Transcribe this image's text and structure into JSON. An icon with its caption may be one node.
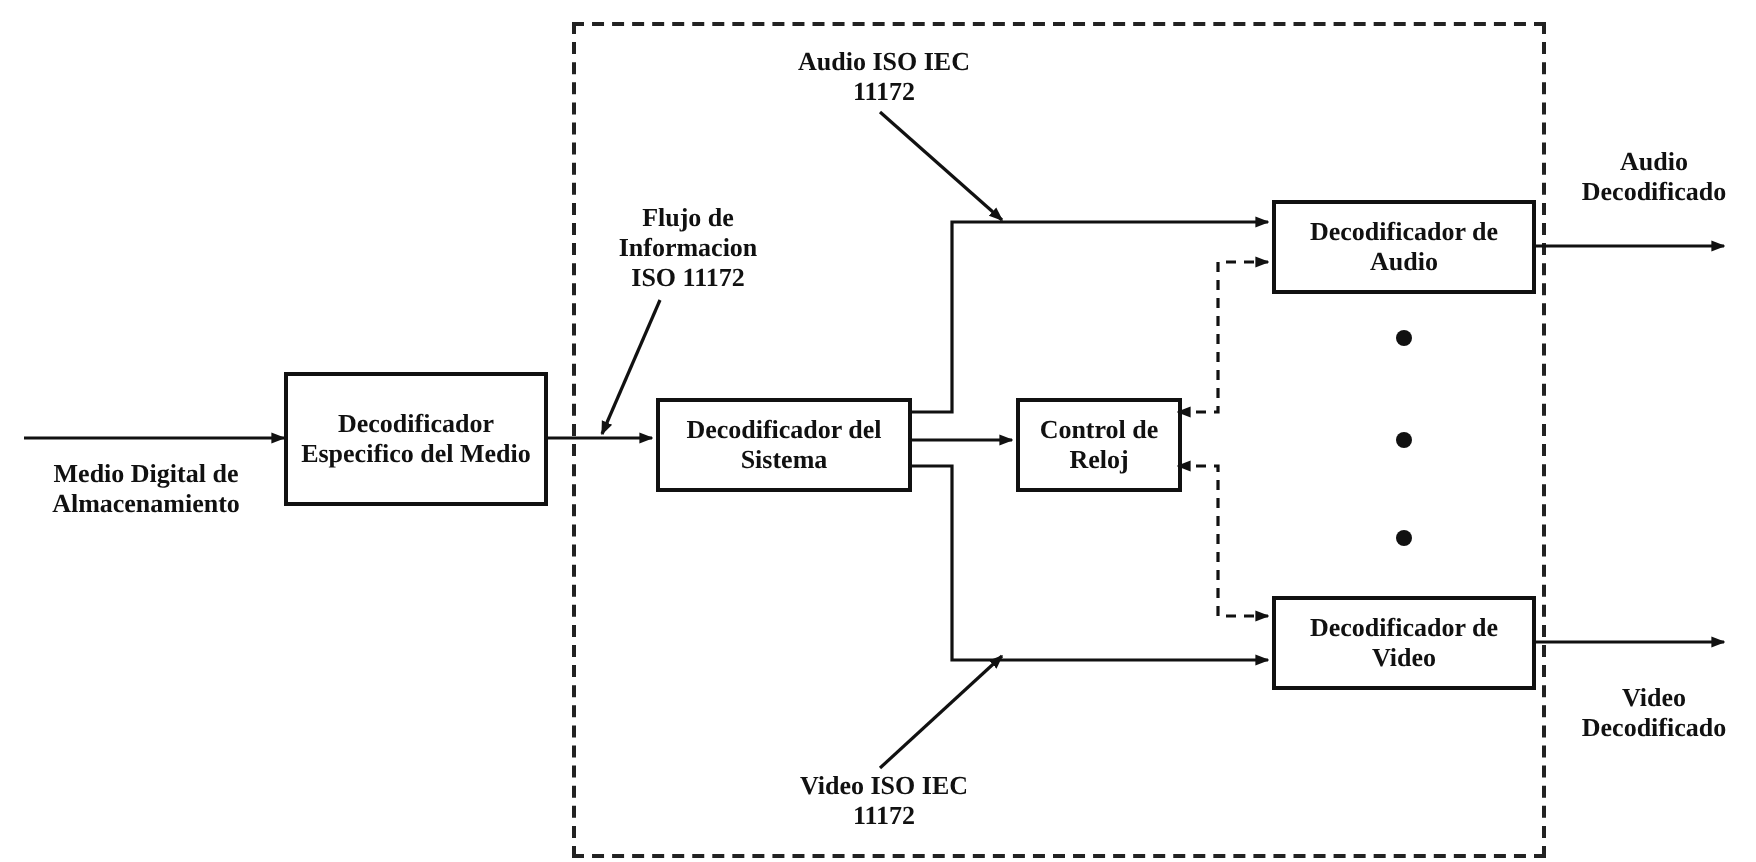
{
  "diagram": {
    "nodes": [
      {
        "text": [
          "Decodificador Especifico del Medio"
        ]
      },
      {
        "text": [],
        "shape": "box"
      },
      {
        "text": [
          "Flujo de Informacion ISO 11172"
        ],
        "in": 1
      },
      {
        "text": [
          "Audio ISO IEC 11172"
        ],
        "in": 1
      },
      {
        "text": [
          "Decodificador del Sistema"
        ],
        "in": 1
      },
      {
        "text": [
          "Control de Reloj"
        ],
        "in": 1
      },
      {
        "text": [
          "Decodificador de Audio"
        ],
        "in": 1
      },
      {
        "text": [
          "Decodificador de Video"
        ],
        "in": 1
      },
      {
        "text": [
          "Video ISO IEC 11172"
        ],
        "in": 1
      }
    ],
    "edges": [
      {
        "from": null,
        "to": 0,
        "arrow": "to"
      },
      {
        "from": 0,
        "to": 4,
        "arrow": "to"
      },
      {
        "from": 4,
        "to": 6,
        "arrow": "to"
      },
      {
        "from": 4,
        "to": 5,
        "arrow": "to"
      },
      {
        "from": 4,
        "to": 7,
        "arrow": "to"
      },
      {
        "from": 5,
        "to": 6,
        "arrow": "both",
        "style": "dashed"
      },
      {
        "from": 5,
        "to": 7,
        "arrow": "both",
        "style": "dashed"
      },
      {
        "from": 6,
        "to": null,
        "arrow": "to"
      },
      {
        "from": 7,
        "to": null,
        "arrow": "to"
      },
      {
        "from": 2,
        "to": null,
        "arrow": "to"
      },
      {
        "from": 3,
        "to": null,
        "arrow": "to"
      },
      {
        "from": 8,
        "to": null,
        "arrow": "to"
      }
    ],
    "labels": [
      "Medio Digital de Almacenamiento",
      "Audio Decodificado",
      "Video Decodificado"
    ]
  }
}
